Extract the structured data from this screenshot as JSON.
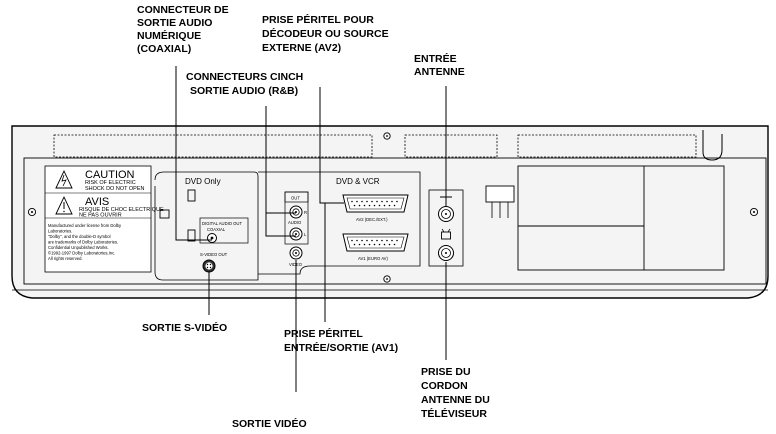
{
  "callouts": {
    "coaxial": [
      "CONNECTEUR DE",
      "SORTIE AUDIO",
      "NUMÉRIQUE",
      "(COAXIAL)"
    ],
    "peritel_av2": [
      "PRISE PÉRITEL POUR",
      "DÉCODEUR OU SOURCE",
      "EXTERNE (AV2)"
    ],
    "antenna_in": [
      "ENTRÉE",
      "ANTENNE"
    ],
    "cinch": [
      "CONNECTEURS CINCH",
      "SORTIE AUDIO (R&B)"
    ],
    "svideo": [
      "SORTIE S-VIDÉO"
    ],
    "peritel_av1": [
      "PRISE PÉRITEL",
      "ENTRÉE/SORTIE (AV1)"
    ],
    "tv_cord": [
      "PRISE DU",
      "CORDON",
      "ANTENNE DU",
      "TÉLÉVISEUR"
    ],
    "video_out": [
      "SORTIE VIDÉO"
    ]
  },
  "panel": {
    "caution_title": "CAUTION",
    "caution_lines": [
      "RISK OF ELECTRIC",
      "SHOCK DO NOT OPEN"
    ],
    "avis_title": "AVIS",
    "avis_lines": [
      "RISQUE DE CHOC ELECTRIQUE",
      "NE PAS OUVRIR"
    ],
    "dolby_lines": [
      "Manufactured under license from Dolby",
      "Laboratories.",
      "\"Dolby\", and the double-D symbol",
      "are trademarks of Dolby Laboratories.",
      "Confidential Unpublished Works.",
      "©1992-1997 Dolby Laboratories,Inc.",
      "All rights reserved."
    ],
    "dvd_only": "DVD Only",
    "dvd_vcr": "DVD & VCR",
    "digital_audio_out": "DIGITAL AUDIO OUT",
    "coaxial_small": "COAXIAL",
    "svideo_small": "S-VIDEO OUT",
    "out_label": "OUT",
    "r_label": "R",
    "audio_label": "AUDIO",
    "l_label": "L",
    "video_label": "VIDEO",
    "av2_label": "AV2 (DEC./EXT.)",
    "av1_label": "AV1 (EURO AV)"
  }
}
